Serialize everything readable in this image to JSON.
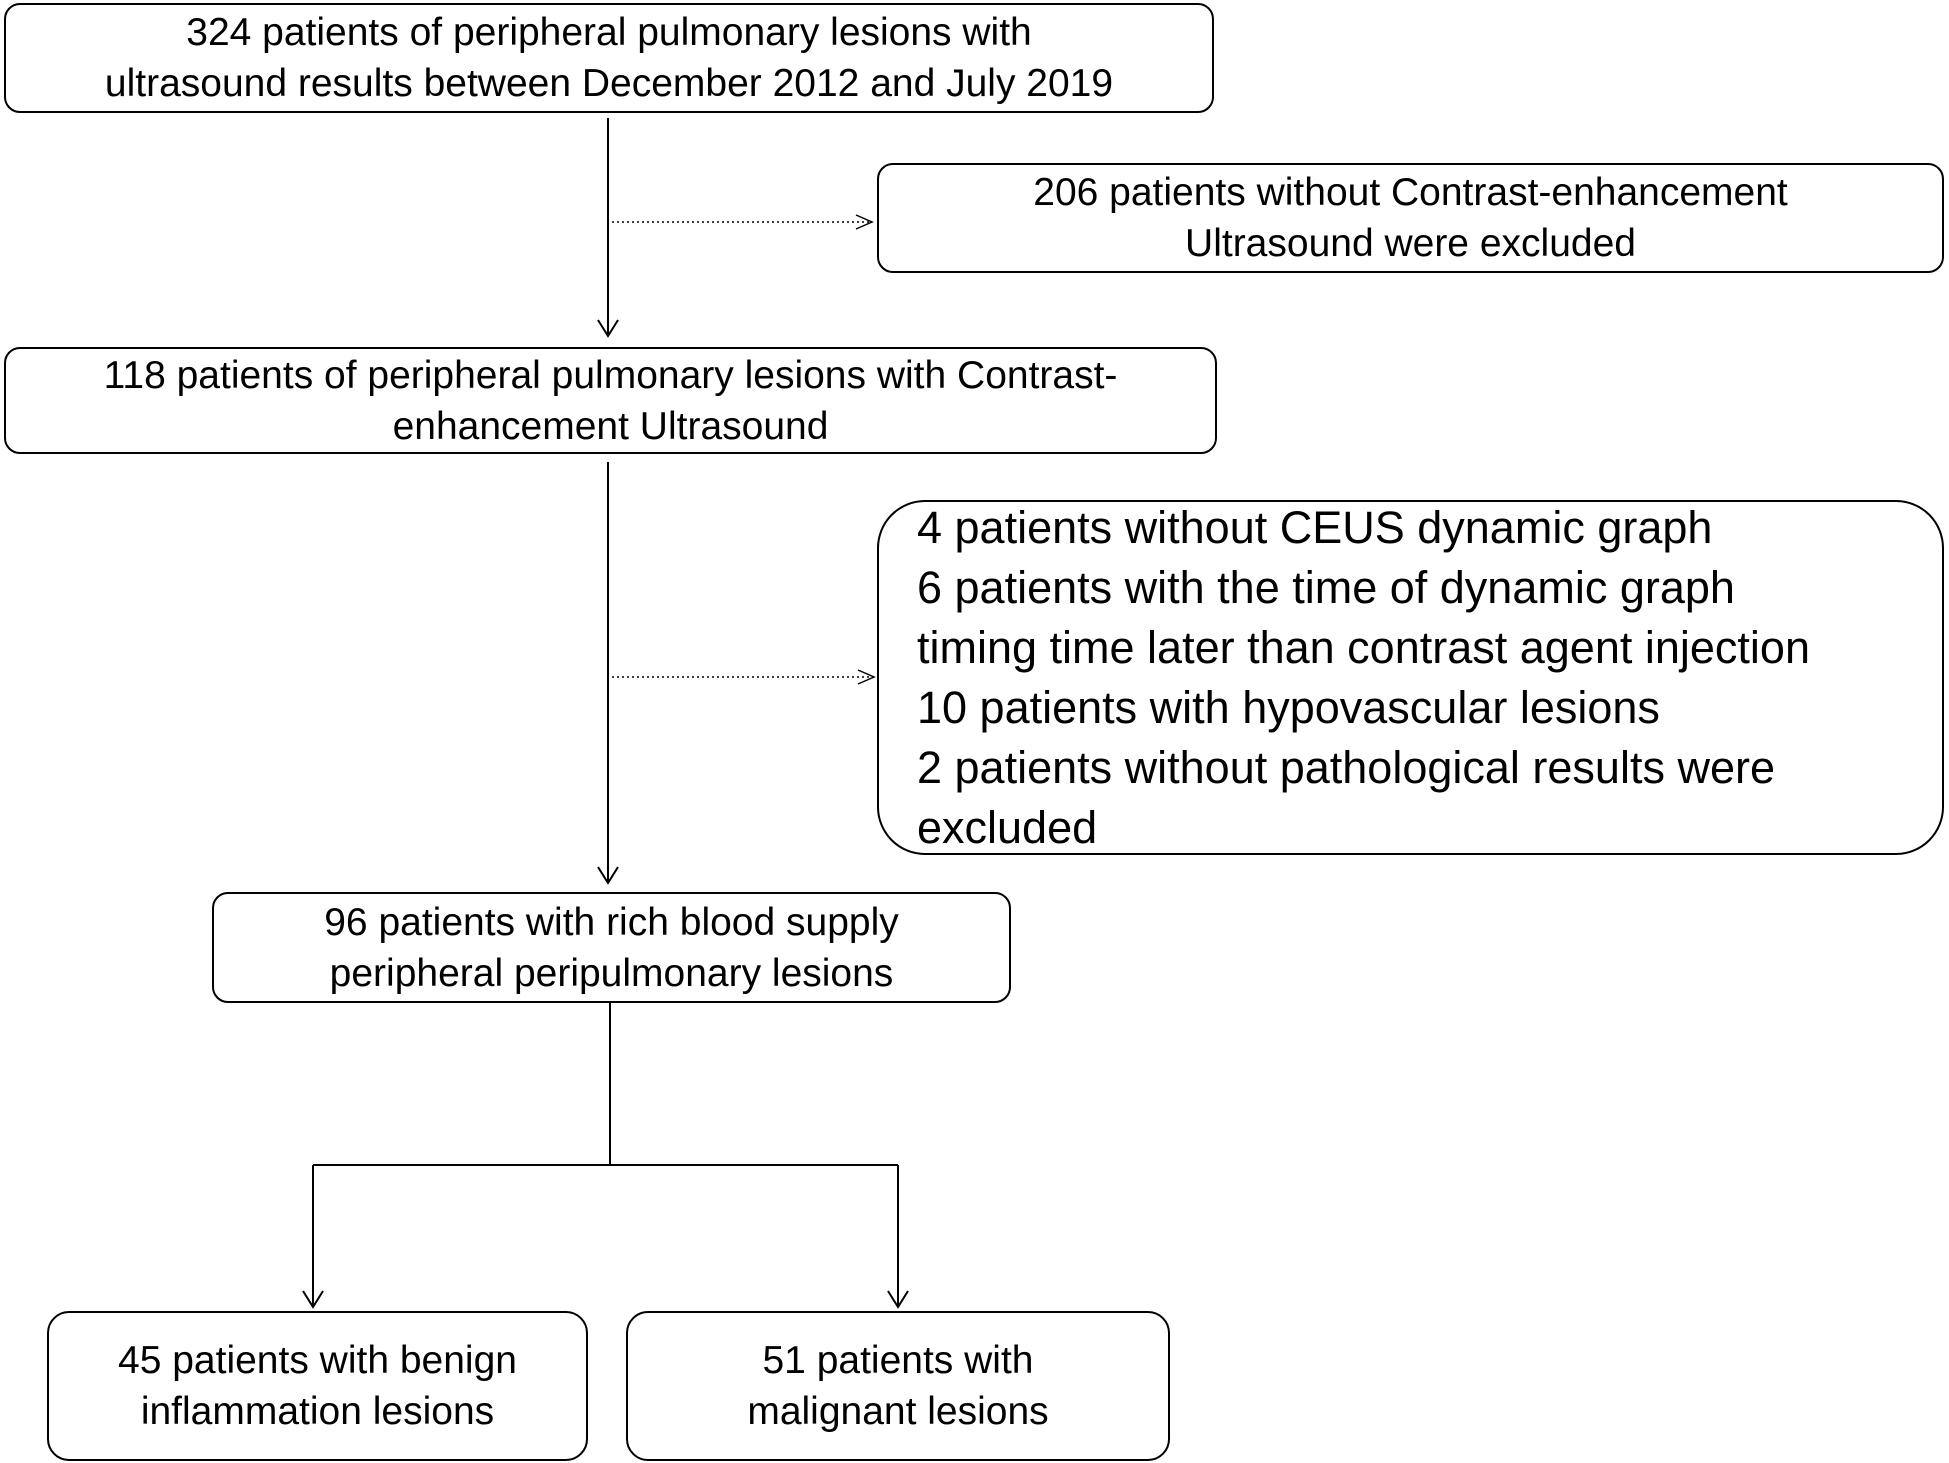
{
  "boxes": {
    "initial": {
      "lines": [
        "324 patients of peripheral pulmonary lesions with",
        "ultrasound results between December 2012 and July 2019"
      ]
    },
    "exclusion1": {
      "lines": [
        "206 patients without Contrast-enhancement",
        "Ultrasound were excluded"
      ]
    },
    "ceus": {
      "lines": [
        "118 patients of peripheral pulmonary lesions with Contrast-",
        "enhancement Ultrasound"
      ]
    },
    "exclusion2": {
      "lines": [
        "4 patients without CEUS dynamic graph",
        "6 patients with the time of dynamic graph",
        "timing time later than contrast agent injection",
        "10 patients with hypovascular lesions",
        "2 patients without pathological results were",
        "excluded"
      ]
    },
    "rich_supply": {
      "lines": [
        "96 patients with rich blood supply",
        "peripheral peripulmonary lesions"
      ]
    },
    "benign": {
      "lines": [
        "45 patients with benign",
        "inflammation lesions"
      ]
    },
    "malignant": {
      "lines": [
        "51 patients with",
        "malignant lesions"
      ]
    }
  }
}
